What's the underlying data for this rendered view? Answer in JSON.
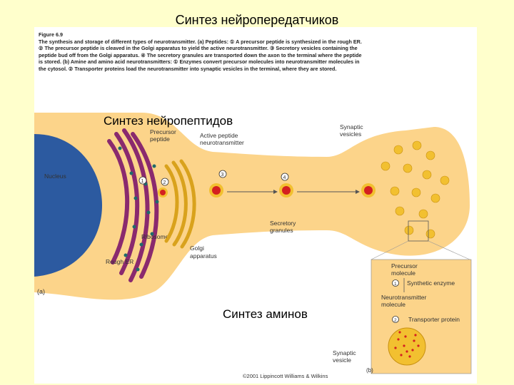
{
  "slide": {
    "title": "Синтез нейропередатчиков",
    "overlay_peptides": "Синтез нейропептидов",
    "overlay_amines": "Синтез  аминов"
  },
  "figure": {
    "number": "Figure 6.9",
    "caption_lines": [
      "The synthesis and storage of different types of neurotransmitter. (a) Peptides: ① A precursor peptide is synthesized in the rough ER.",
      "② The precursor peptide is cleaved in the Golgi apparatus to yield the active neurotransmitter. ③ Secretory vesicles containing the",
      "peptide bud off from the Golgi apparatus. ④ The secretory granules are transported down the axon to the terminal where the peptide",
      "is stored. (b) Amine and amino acid neurotransmitters: ① Enzymes convert precursor molecules into neurotransmitter molecules in",
      "the cytosol. ② Transporter proteins load the neurotransmitter into synaptic vesicles in the terminal, where they are stored."
    ],
    "labels": {
      "nucleus": "Nucleus",
      "precursor_peptide_1": "Precursor",
      "precursor_peptide_2": "peptide",
      "active_peptide_1": "Active peptide",
      "active_peptide_2": "neurotransmitter",
      "synaptic_vesicles_1": "Synaptic",
      "synaptic_vesicles_2": "vesicles",
      "ribosome": "Ribosome",
      "rough_er": "Rough ER",
      "golgi_1": "Golgi",
      "golgi_2": "apparatus",
      "secretory_1": "Secretory",
      "secretory_2": "granules",
      "panel_a": "(a)",
      "panel_b": "(b)",
      "precursor_molecule_1": "Precursor",
      "precursor_molecule_2": "molecule",
      "synthetic_enzyme": "Synthetic enzyme",
      "nt_molecule_1": "Neurotransmitter",
      "nt_molecule_2": "molecule",
      "transporter_protein": "Transporter protein",
      "synaptic_vesicle_1": "Synaptic",
      "synaptic_vesicle_2": "vesicle",
      "copyright": "©2001 Lippincott Williams & Wilkins",
      "step1": "1",
      "step2": "2",
      "step3": "3",
      "step4": "4",
      "b_step1": "1",
      "b_step2": "2"
    }
  },
  "colors": {
    "background": "#ffffcc",
    "cell": "#fcd48a",
    "nucleus": "#2c5aa0",
    "er": "#8a2a6e",
    "golgi": "#d9a21c",
    "granule": "#d42020",
    "vesicle": "#f2c030"
  }
}
